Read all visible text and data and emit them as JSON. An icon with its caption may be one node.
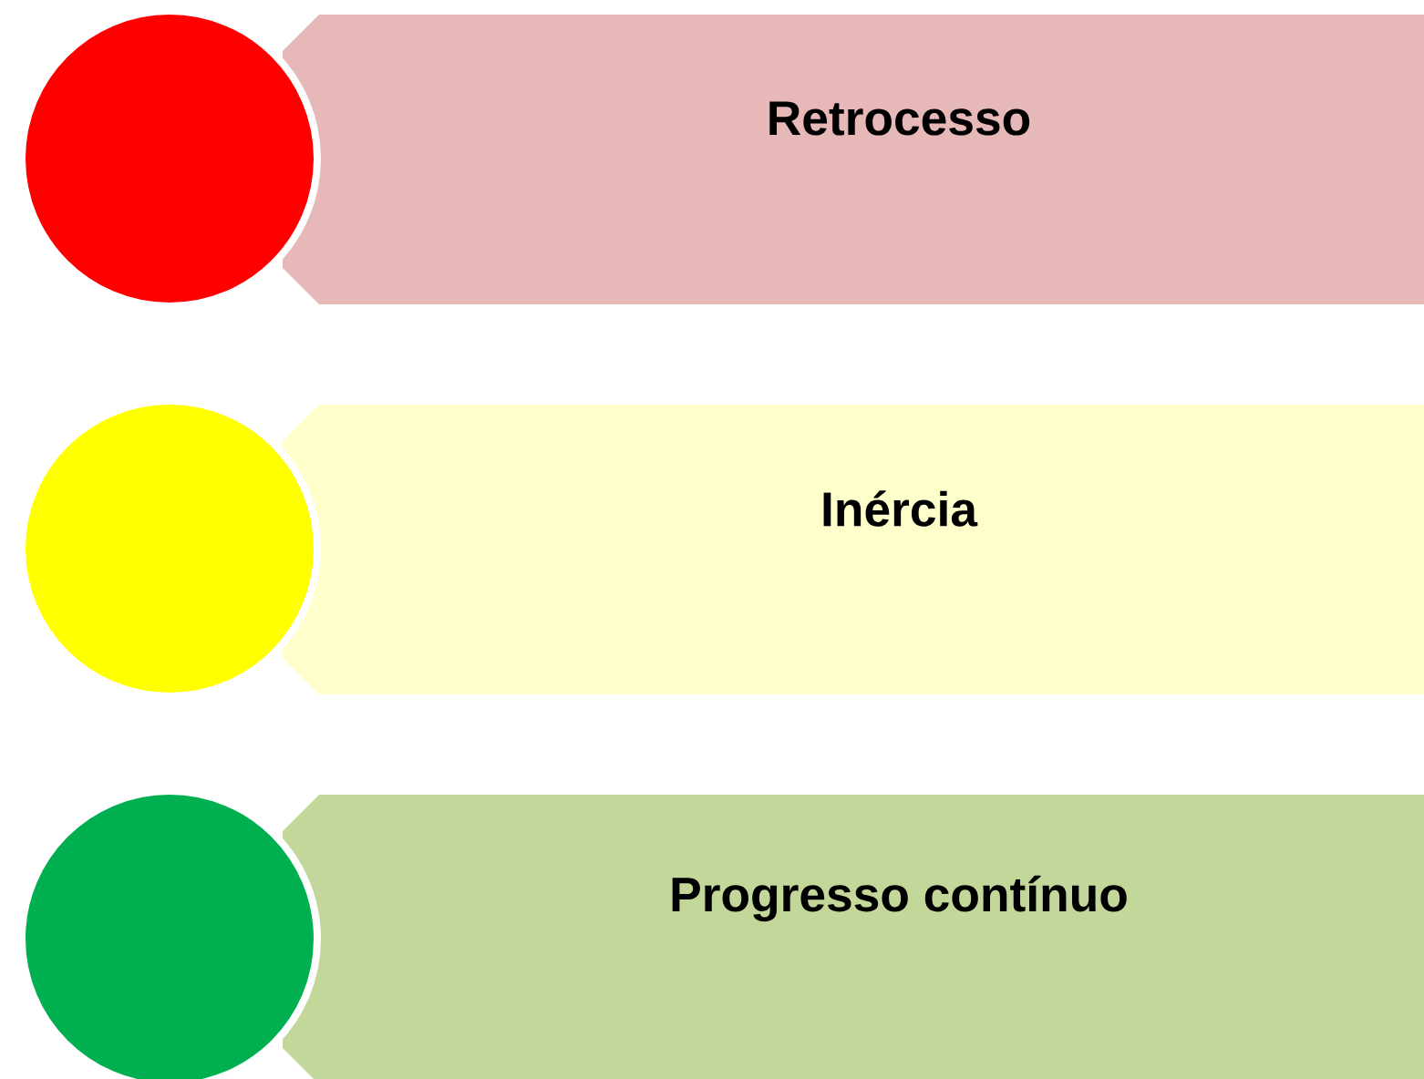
{
  "diagram": {
    "nodes": [
      {
        "text": [],
        "shape": "circle"
      },
      {
        "text": [
          "Retrocesso"
        ]
      },
      {
        "text": [],
        "shape": "circle"
      },
      {
        "text": [
          "Inércia"
        ]
      },
      {
        "text": [],
        "shape": "circle"
      },
      {
        "text": [
          "Progresso contínuo"
        ]
      }
    ]
  }
}
